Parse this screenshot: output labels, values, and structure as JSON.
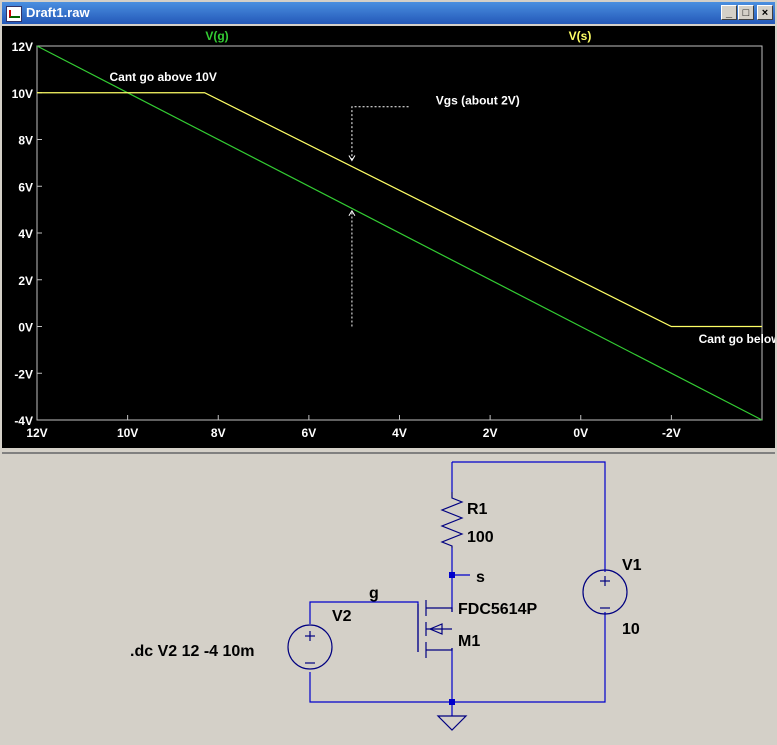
{
  "window": {
    "title": "Draft1.raw",
    "min_glyph": "_",
    "max_glyph": "□",
    "close_glyph": "×"
  },
  "chart_data": {
    "type": "line",
    "xlabel": "",
    "ylabel": "",
    "xlim": [
      12,
      -4
    ],
    "ylim": [
      -4,
      12
    ],
    "x_ticks": [
      12,
      10,
      8,
      6,
      4,
      2,
      0,
      -2
    ],
    "x_tick_labels": [
      "12V",
      "10V",
      "8V",
      "6V",
      "4V",
      "2V",
      "0V",
      "-2V"
    ],
    "y_ticks": [
      12,
      10,
      8,
      6,
      4,
      2,
      0,
      -2,
      -4
    ],
    "y_tick_labels": [
      "12V",
      "10V",
      "8V",
      "6V",
      "4V",
      "2V",
      "0V",
      "-2V",
      "-4V"
    ],
    "grid": false,
    "series": [
      {
        "name": "V(g)",
        "color": "#33cc33",
        "x": [
          12,
          -4
        ],
        "y": [
          12,
          -4
        ]
      },
      {
        "name": "V(s)",
        "color": "#ffff66",
        "x": [
          12,
          8.3,
          -2,
          -2.3,
          -4
        ],
        "y": [
          10,
          10,
          0,
          0,
          0
        ]
      }
    ],
    "annotations": [
      {
        "text": "Cant go above 10V"
      },
      {
        "text": "Vgs (about 2V)"
      },
      {
        "text": "Cant go below gnd"
      }
    ]
  },
  "schematic": {
    "r1_name": "R1",
    "r1_value": "100",
    "v1_name": "V1",
    "v1_value": "10",
    "v2_name": "V2",
    "m1_part": "FDC5614P",
    "m1_name": "M1",
    "label_s": "s",
    "label_g": "g",
    "directive": ".dc V2 12 -4 10m",
    "wire_color": "#0000cc",
    "symbol_color": "#000080"
  }
}
